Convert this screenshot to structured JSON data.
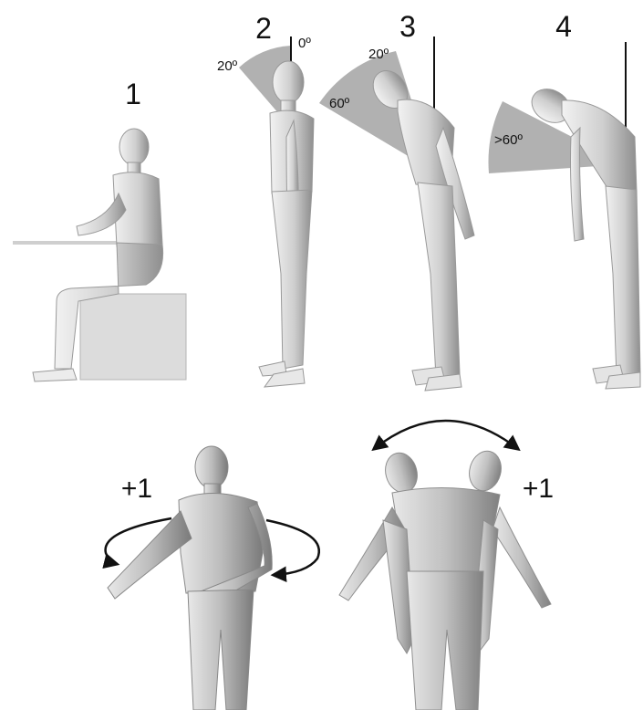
{
  "panels": [
    {
      "label": "1",
      "angle_labels": []
    },
    {
      "label": "2",
      "angle_labels": [
        "20º",
        "0º"
      ]
    },
    {
      "label": "3",
      "angle_labels": [
        "20º",
        "60º"
      ]
    },
    {
      "label": "4",
      "angle_labels": [
        ">60º"
      ]
    }
  ],
  "bottom": [
    {
      "label": "+1",
      "movement": "trunk-rotation"
    },
    {
      "label": "+1",
      "movement": "trunk-lateral-bending"
    }
  ],
  "colors": {
    "sector": "#a9a9a9",
    "figure": "#d6d6d6",
    "figure_dark": "#8c8c8c",
    "line": "#111111"
  }
}
